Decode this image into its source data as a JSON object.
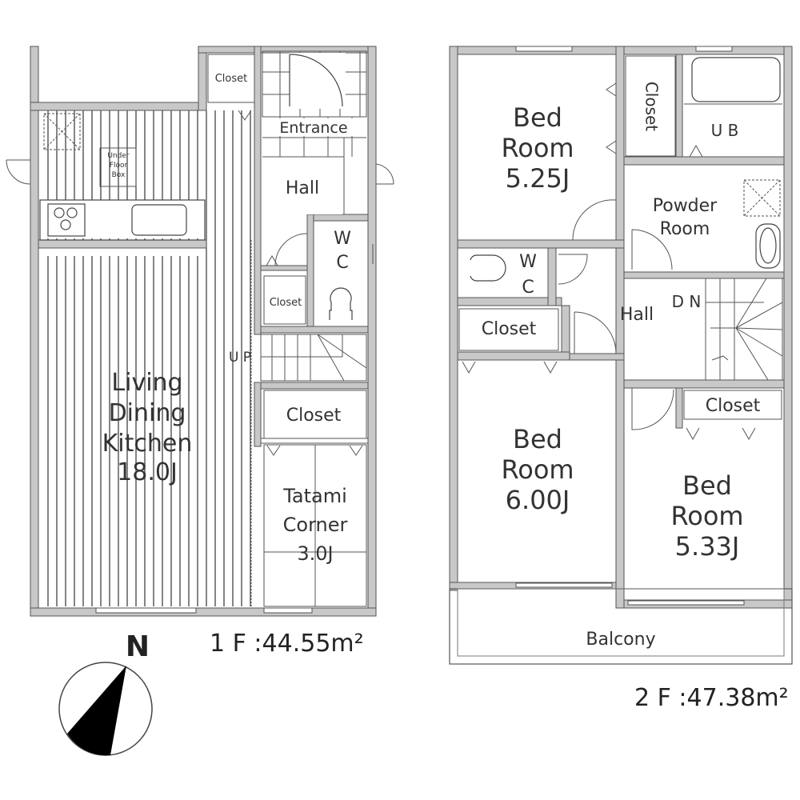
{
  "floor1": {
    "area_label": "1 F :44.55m²",
    "rooms": {
      "closet_top": "Closet",
      "entrance": "Entrance",
      "under_floor_box": [
        "Under",
        "Floor",
        "Box"
      ],
      "hall": "Hall",
      "wc": [
        "W",
        "C"
      ],
      "closet_small": "Closet",
      "up": "U P",
      "ldk": [
        "Living",
        "Dining",
        "Kitchen",
        "18.0J"
      ],
      "closet_tatami": "Closet",
      "tatami": [
        "Tatami",
        "Corner",
        "3.0J"
      ]
    }
  },
  "floor2": {
    "area_label": "2 F :47.38m²",
    "rooms": {
      "bed1": [
        "Bed",
        "Room",
        "5.25J"
      ],
      "closet_vertical": "Closet",
      "ub": "U B",
      "powder": [
        "Powder",
        "Room"
      ],
      "wc": [
        "W",
        "C"
      ],
      "hall": "Hall",
      "dn": "D N",
      "closet_left": "Closet",
      "closet_right": "Closet",
      "bed2": [
        "Bed",
        "Room",
        "6.00J"
      ],
      "bed3": [
        "Bed",
        "Room",
        "5.33J"
      ],
      "balcony": "Balcony"
    }
  },
  "compass": {
    "label": "N"
  }
}
